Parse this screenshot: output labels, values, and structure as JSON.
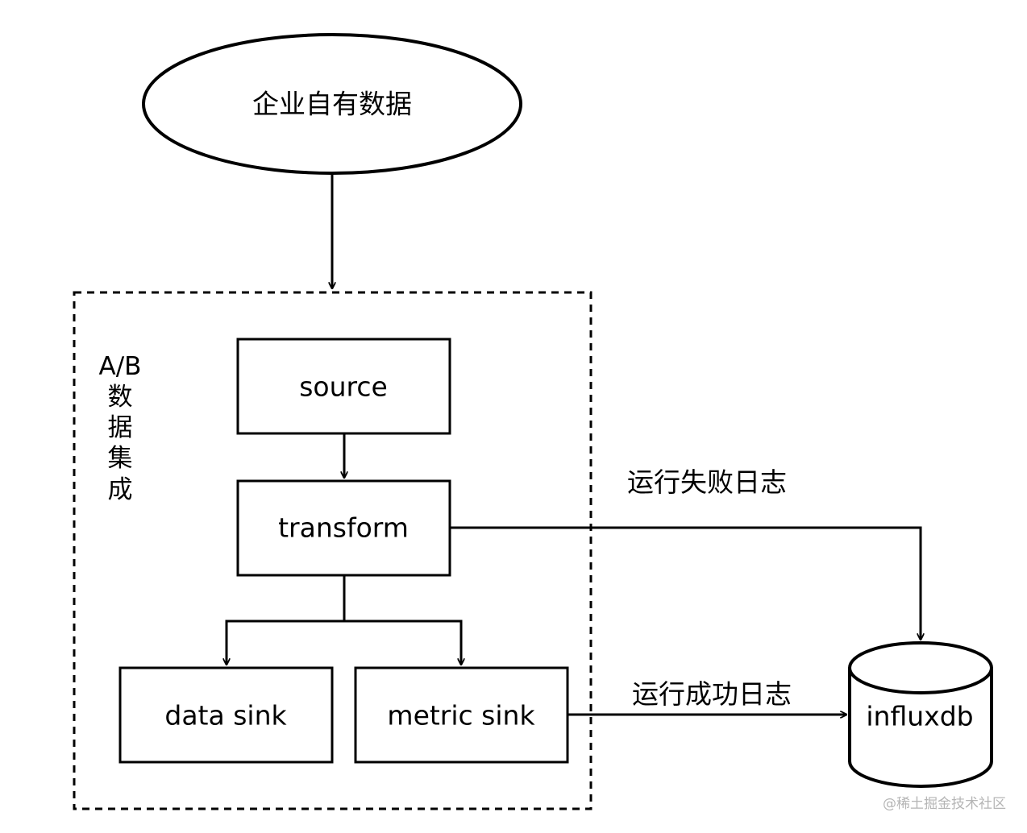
{
  "nodes": {
    "enterprise_data": "企业自有数据",
    "source": "source",
    "transform": "transform",
    "data_sink": "data sink",
    "metric_sink": "metric sink",
    "influxdb": "influxdb"
  },
  "group": {
    "label_lines": [
      "A/B",
      "数",
      "据",
      "集",
      "成"
    ]
  },
  "edges": {
    "failure_log": "运行失败日志",
    "success_log": "运行成功日志"
  },
  "watermark": "@稀土掘金技术社区"
}
